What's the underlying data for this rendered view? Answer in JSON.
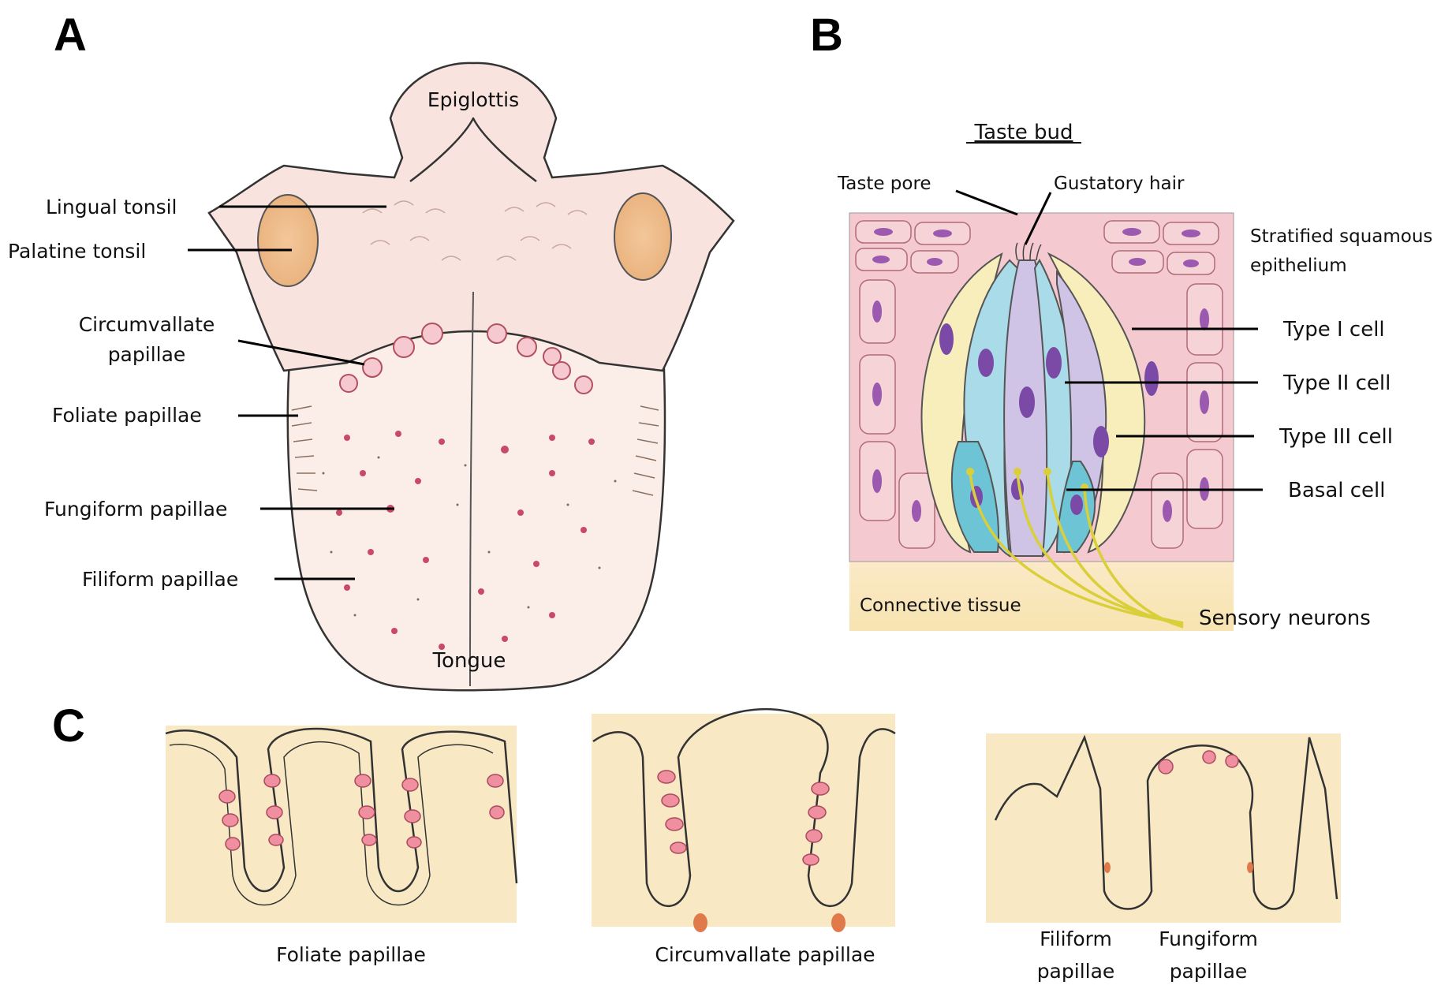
{
  "panels": {
    "a": {
      "letter": "A",
      "labels": {
        "epiglottis": "Epiglottis",
        "lingual_tonsil": "Lingual tonsil",
        "palatine_tonsil": "Palatine tonsil",
        "circumvallate_1": "Circumvallate",
        "circumvallate_2": "papillae",
        "foliate": "Foliate papillae",
        "fungiform": "Fungiform papillae",
        "filiform": "Filiform papillae",
        "tongue": "Tongue"
      }
    },
    "b": {
      "letter": "B",
      "labels": {
        "title": "Taste bud",
        "taste_pore": "Taste pore",
        "gustatory_hair": "Gustatory hair",
        "stratified_1": "Stratified squamous",
        "stratified_2": "epithelium",
        "type1": "Type I cell",
        "type2": "Type II cell",
        "type3": "Type III cell",
        "basal": "Basal cell",
        "connective": "Connective tissue",
        "sensory": "Sensory neurons"
      }
    },
    "c": {
      "letter": "C",
      "labels": {
        "foliate": "Foliate papillae",
        "circumvallate": "Circumvallate papillae",
        "filiform_1": "Filiform",
        "filiform_2": "papillae",
        "fungiform_1": "Fungiform",
        "fungiform_2": "papillae"
      }
    }
  },
  "colors": {
    "tissue": "#f6e7b8",
    "tongue_pink": "#f7dcd6",
    "epithelium_pink": "#f4c6cc",
    "type1_yellow": "#f7eebc",
    "type2_blue": "#a9dbe8",
    "type3_lilac": "#cfc3e6",
    "basal_teal": "#6cc4d4",
    "nucleus": "#7a4aa6",
    "neuron": "#d9cf3a",
    "taste_bud_pink": "#ef8fa0"
  }
}
